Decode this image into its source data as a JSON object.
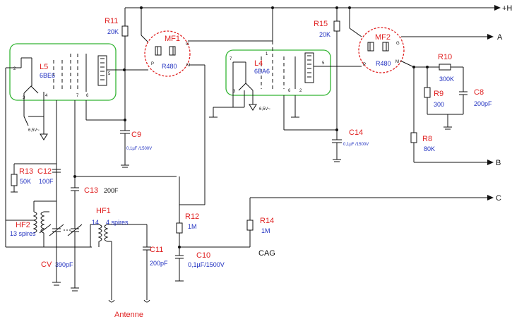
{
  "rails": {
    "ht": "+HT",
    "a": "A",
    "b": "B",
    "c": "C"
  },
  "tubes": {
    "l5": {
      "name": "L5",
      "type": "6BE6",
      "heater": "6,5V~"
    },
    "l4": {
      "name": "L4",
      "type": "6BA6",
      "heater": "6,5V~"
    }
  },
  "transformers": {
    "mf1": {
      "name": "MF1",
      "type": "R480"
    },
    "mf2": {
      "name": "MF2",
      "type": "R480"
    },
    "hf1": {
      "name": "HF1",
      "turns": "4 spires",
      "pin": "14"
    },
    "hf2": {
      "name": "HF2",
      "turns": "13 spires"
    }
  },
  "resistors": {
    "r11": {
      "name": "R11",
      "value": "20K"
    },
    "r15": {
      "name": "R15",
      "value": "20K"
    },
    "r10": {
      "name": "R10",
      "value": "300K"
    },
    "r9": {
      "name": "R9",
      "value": "300"
    },
    "r8": {
      "name": "R8",
      "value": "80K"
    },
    "r13": {
      "name": "R13",
      "value": "50K"
    },
    "r12": {
      "name": "R12",
      "value": "1M"
    },
    "r14": {
      "name": "R14",
      "value": "1M"
    }
  },
  "capacitors": {
    "c9": {
      "name": "C9",
      "value": "0,1µF /1500V"
    },
    "c14": {
      "name": "C14",
      "value": "0,1µF /1500V"
    },
    "c8": {
      "name": "C8",
      "value": "200pF"
    },
    "c12": {
      "name": "C12",
      "value": "100F"
    },
    "c13": {
      "name": "C13",
      "value": "200F"
    },
    "c11": {
      "name": "C11",
      "value": "200pF"
    },
    "c10": {
      "name": "C10",
      "value": "0,1µF/1500V"
    },
    "cv": {
      "name": "CV",
      "value": "390pF"
    }
  },
  "labels": {
    "antenna": "Antenne",
    "cag": "CAG"
  },
  "pins": {
    "l5": [
      "2",
      "3",
      "4",
      "7",
      "6",
      "5"
    ],
    "l4": [
      "7",
      "1",
      "3",
      "6",
      "2",
      "5"
    ],
    "mf": [
      "G",
      "P",
      "M"
    ]
  }
}
